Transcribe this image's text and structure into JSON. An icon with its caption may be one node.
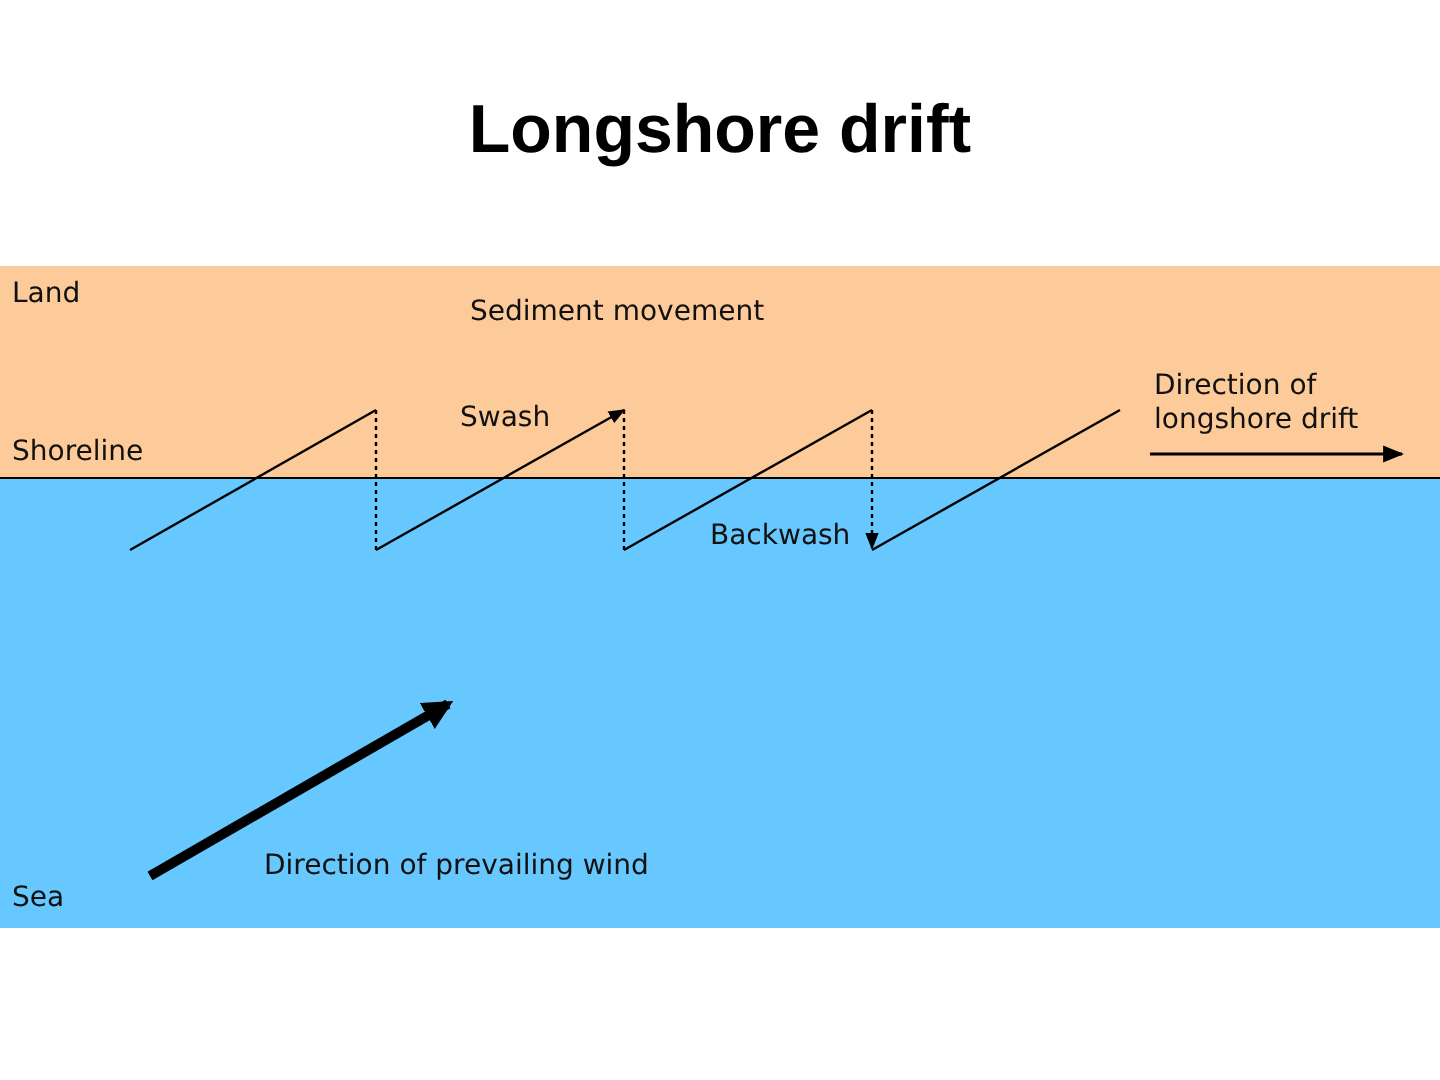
{
  "diagram": {
    "title": "Longshore drift",
    "labels": [
      "Land",
      "Sediment movement",
      "Swash",
      "Direction of longshore drift",
      "Shoreline",
      "Backwash",
      "Sea",
      "Direction of prevailing wind"
    ]
  }
}
